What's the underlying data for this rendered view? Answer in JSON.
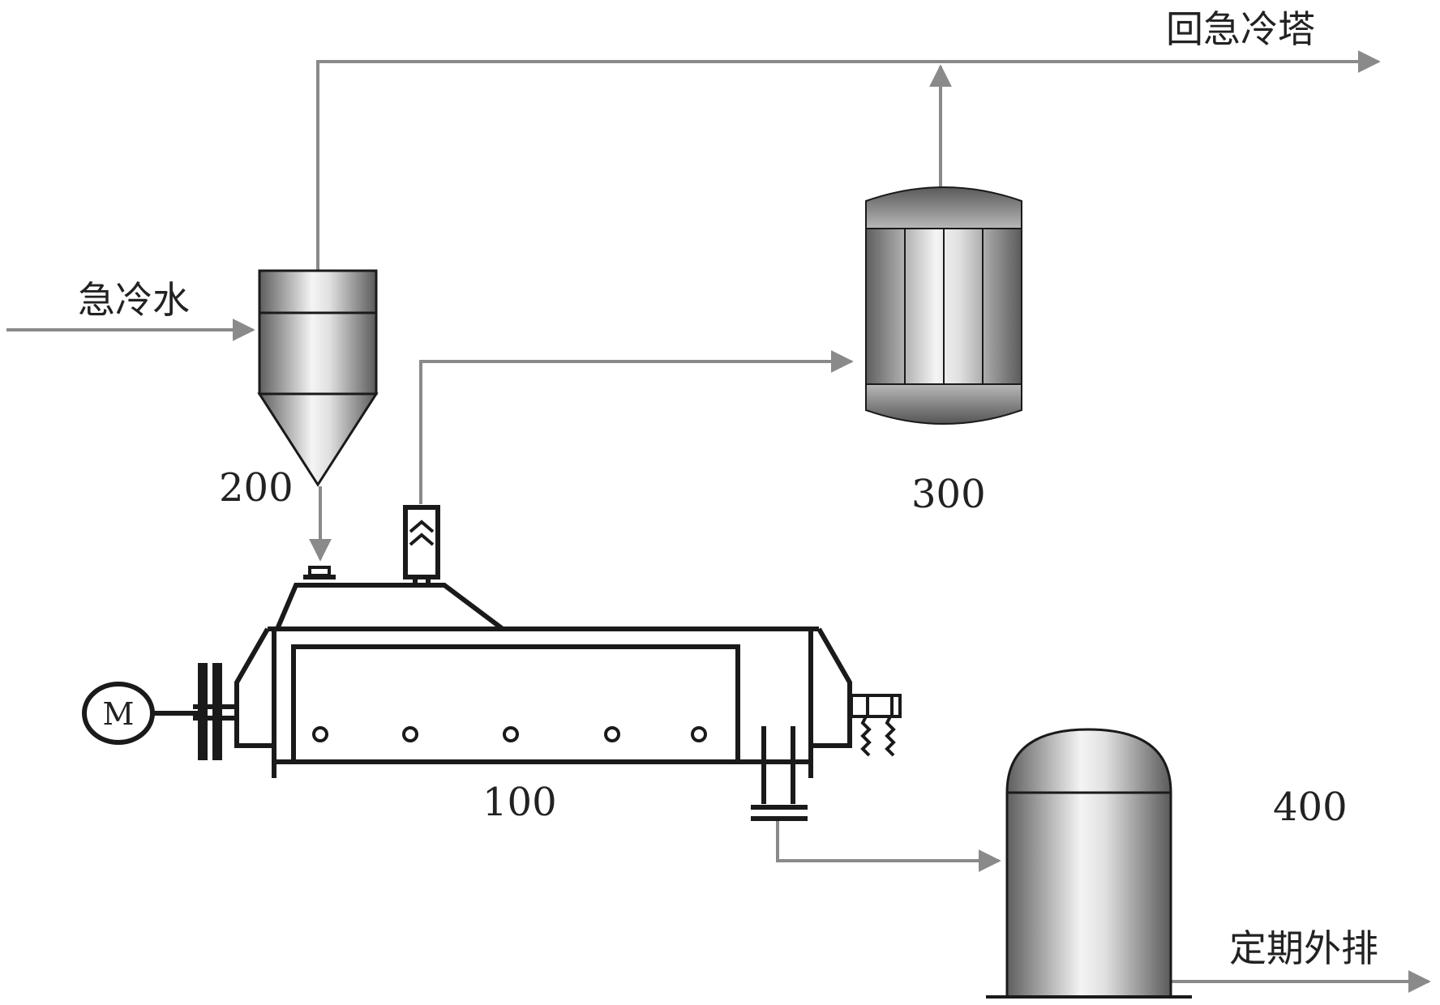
{
  "labels": {
    "quench_water_in": "急冷水",
    "return_quench_tower": "回急冷塔",
    "periodic_discharge": "定期外排",
    "unit_100": "100",
    "unit_200": "200",
    "unit_300": "300",
    "unit_400": "400",
    "motor": "M"
  },
  "colors": {
    "pipe": "#8a8a8a",
    "outline": "#1a1a1a",
    "metal_dark": "#6f6f6f",
    "metal_light": "#f2f2f2"
  }
}
